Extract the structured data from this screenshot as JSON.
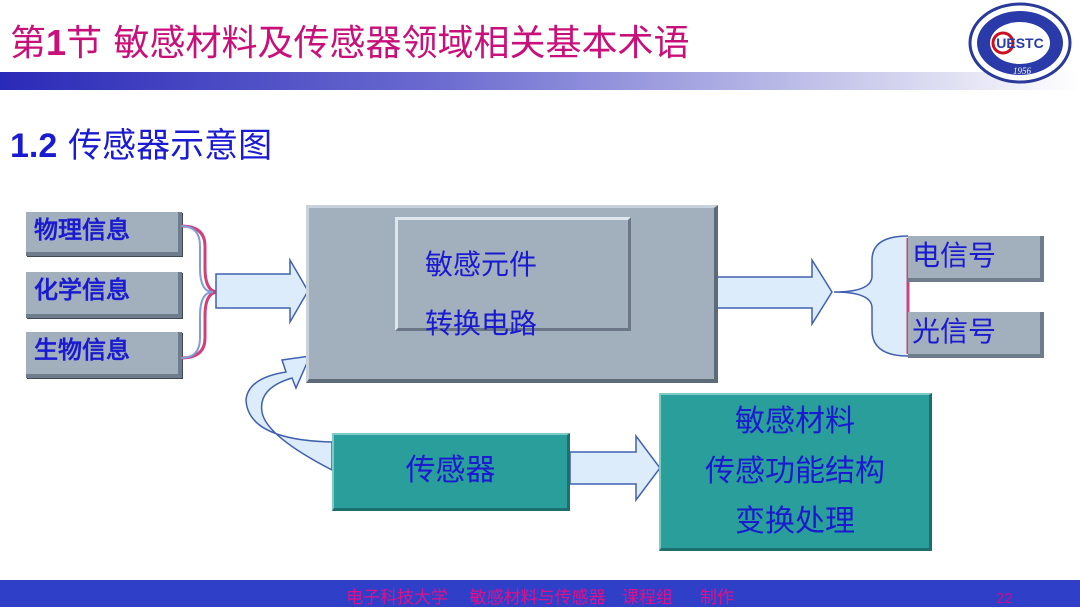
{
  "header": {
    "title_prefix": "第",
    "title_number": "1",
    "title_suffix": "节  敏感材料及传感器领域相关基本术语"
  },
  "section": {
    "number": "1.2",
    "title": " 传感器示意图"
  },
  "logo": {
    "text": "UESTC",
    "year": "1956"
  },
  "diagram": {
    "inputs": [
      "物理信息",
      "化学信息",
      "生物信息"
    ],
    "main_block": {
      "line1": "敏感元件",
      "line2": "转换电路"
    },
    "outputs": [
      "电信号",
      "光信号"
    ],
    "sensor_label": "传感器",
    "composition": [
      "敏感材料",
      "传感功能结构",
      "变换处理"
    ]
  },
  "footer": {
    "text": "电子科技大学    敏感材料与传感器   课程组     制作",
    "page": "22"
  },
  "colors": {
    "title": "#c8107a",
    "text_blue": "#1a1ad0",
    "box_gray": "#a2afbd",
    "box_teal": "#2a9e9a",
    "footer_bar": "#2f3fc8"
  }
}
